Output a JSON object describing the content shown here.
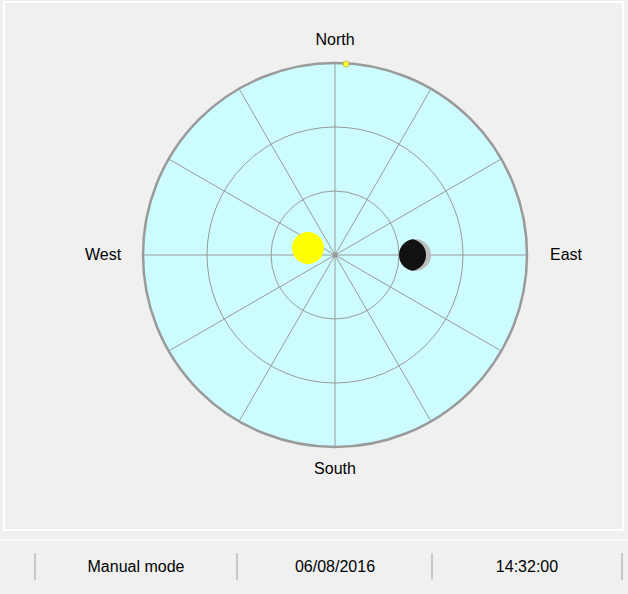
{
  "diagram": {
    "labels": [
      "North",
      "West",
      "East",
      "South",
      "Manual mode",
      "06/08/2016",
      "14:32:00"
    ]
  }
}
